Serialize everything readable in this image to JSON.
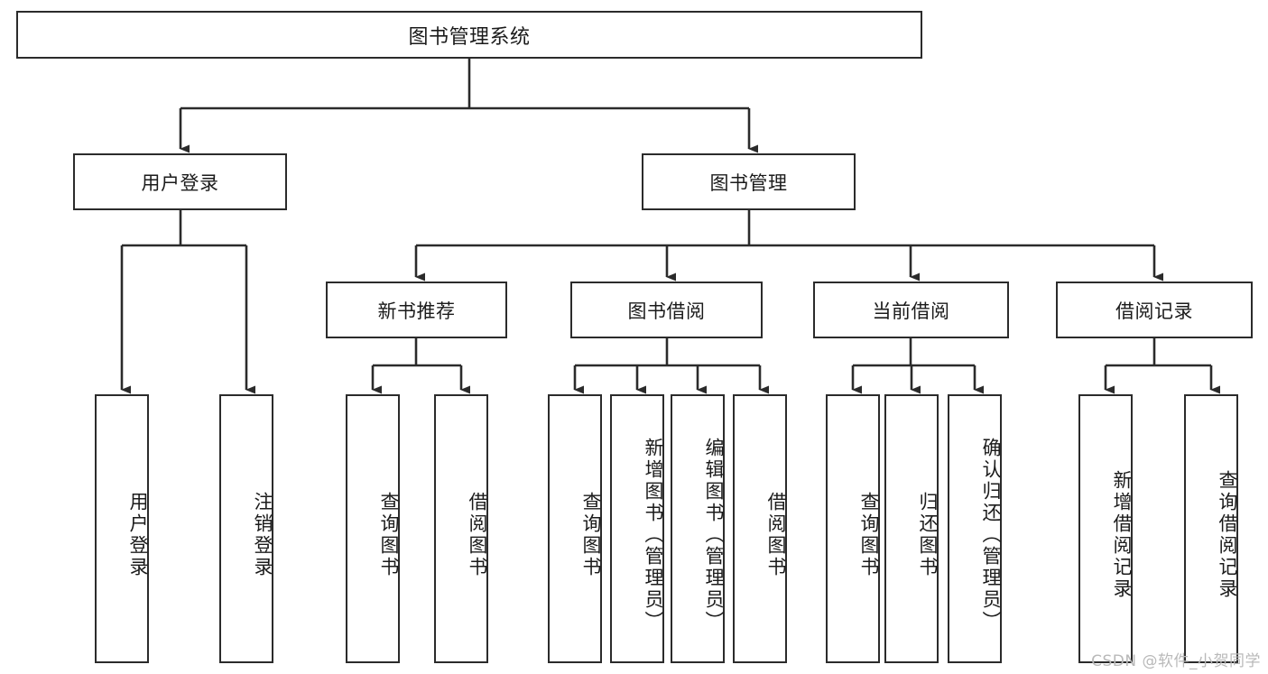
{
  "diagram": {
    "title": "图书管理系统",
    "type": "tree-hierarchy-chart",
    "root": {
      "label": "图书管理系统"
    },
    "level2": [
      {
        "label": "用户登录"
      },
      {
        "label": "图书管理"
      }
    ],
    "level3": [
      {
        "label": "新书推荐"
      },
      {
        "label": "图书借阅"
      },
      {
        "label": "当前借阅"
      },
      {
        "label": "借阅记录"
      }
    ],
    "leaves": {
      "user_login": [
        {
          "label": "用户登录"
        },
        {
          "label": "注销登录"
        }
      ],
      "new_book_recommend": [
        {
          "label": "查询图书"
        },
        {
          "label": "借阅图书"
        }
      ],
      "book_borrow": [
        {
          "label": "查询图书"
        },
        {
          "label": "新增图书（管理员）"
        },
        {
          "label": "编辑图书（管理员）"
        },
        {
          "label": "借阅图书"
        }
      ],
      "current_borrow": [
        {
          "label": "查询图书"
        },
        {
          "label": "归还图书"
        },
        {
          "label": "确认归还（管理员）"
        }
      ],
      "borrow_record": [
        {
          "label": "新增借阅记录"
        },
        {
          "label": "查询借阅记录"
        }
      ]
    },
    "watermark": "CSDN @软件_小贺同学",
    "colors": {
      "stroke": "#2b2b2b",
      "fill": "#ffffff",
      "text": "#1b1b1b",
      "watermark": "#b9b9b9"
    }
  }
}
